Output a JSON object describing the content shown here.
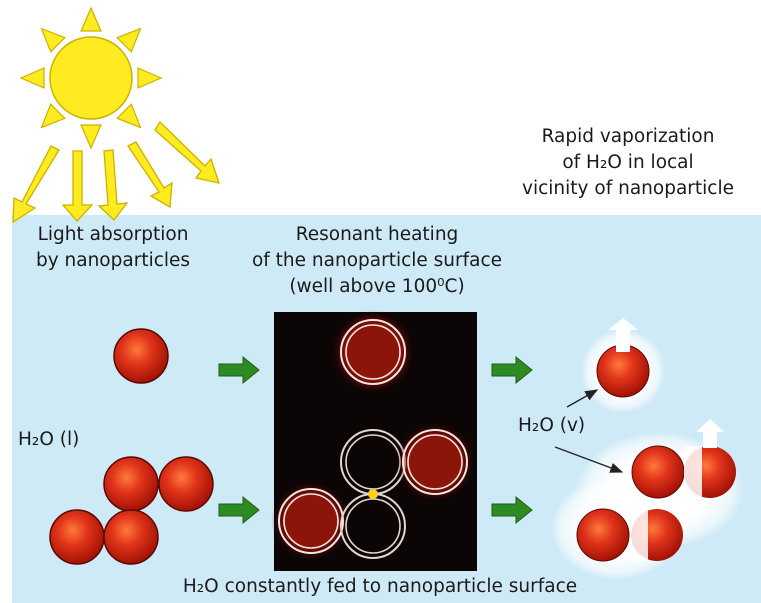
{
  "labels": {
    "vaporization": [
      "Rapid vaporization",
      "of H₂O in local",
      "vicinity of nanoparticle"
    ],
    "absorption": [
      "Light absorption",
      "by nanoparticles"
    ],
    "heating": [
      "Resonant heating",
      "of the nanoparticle surface",
      "(well above 100⁰C)"
    ],
    "water_liquid": "H₂O (l)",
    "water_vapor": "H₂O (v)",
    "fed": "H₂O constantly fed to nanoparticle surface"
  },
  "colors": {
    "water": "#cfeaf7",
    "sun": "#ffeb1f",
    "sun_stroke": "#c9b200",
    "arrow": "#2e8b22",
    "particle": "#d42a10",
    "panel": "#0b0505"
  }
}
